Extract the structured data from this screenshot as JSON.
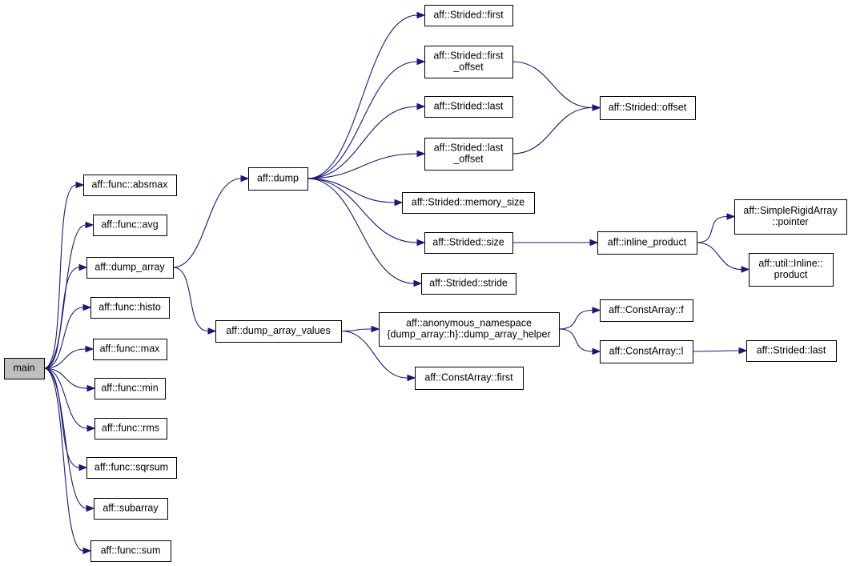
{
  "graph": {
    "nodes": [
      {
        "id": "main",
        "lines": [
          "main"
        ],
        "root": true
      },
      {
        "id": "absmax",
        "lines": [
          "aff::func::absmax"
        ]
      },
      {
        "id": "avg",
        "lines": [
          "aff::func::avg"
        ]
      },
      {
        "id": "dump_array",
        "lines": [
          "aff::dump_array"
        ]
      },
      {
        "id": "histo",
        "lines": [
          "aff::func::histo"
        ]
      },
      {
        "id": "max",
        "lines": [
          "aff::func::max"
        ]
      },
      {
        "id": "min",
        "lines": [
          "aff::func::min"
        ]
      },
      {
        "id": "rms",
        "lines": [
          "aff::func::rms"
        ]
      },
      {
        "id": "sqrsum",
        "lines": [
          "aff::func::sqrsum"
        ]
      },
      {
        "id": "subarray",
        "lines": [
          "aff::subarray"
        ]
      },
      {
        "id": "sum",
        "lines": [
          "aff::func::sum"
        ]
      },
      {
        "id": "dump",
        "lines": [
          "aff::dump"
        ]
      },
      {
        "id": "dump_array_values",
        "lines": [
          "aff::dump_array_values"
        ]
      },
      {
        "id": "strided_first",
        "lines": [
          "aff::Strided::first"
        ]
      },
      {
        "id": "strided_first_offset",
        "lines": [
          "aff::Strided::first",
          "_offset"
        ]
      },
      {
        "id": "strided_last_1",
        "lines": [
          "aff::Strided::last"
        ]
      },
      {
        "id": "strided_last_offset",
        "lines": [
          "aff::Strided::last",
          "_offset"
        ]
      },
      {
        "id": "strided_memory_size",
        "lines": [
          "aff::Strided::memory_size"
        ]
      },
      {
        "id": "strided_size",
        "lines": [
          "aff::Strided::size"
        ]
      },
      {
        "id": "strided_stride",
        "lines": [
          "aff::Strided::stride"
        ]
      },
      {
        "id": "strided_offset",
        "lines": [
          "aff::Strided::offset"
        ]
      },
      {
        "id": "inline_product",
        "lines": [
          "aff::inline_product"
        ]
      },
      {
        "id": "srarray_pointer",
        "lines": [
          "aff::SimpleRigidArray",
          "::pointer"
        ]
      },
      {
        "id": "util_inline_product",
        "lines": [
          "aff::util::Inline::",
          "product"
        ]
      },
      {
        "id": "dump_array_helper",
        "lines": [
          "aff::anonymous_namespace",
          "{dump_array::h}::dump_array_helper"
        ]
      },
      {
        "id": "constarray_first",
        "lines": [
          "aff::ConstArray::first"
        ]
      },
      {
        "id": "constarray_f",
        "lines": [
          "aff::ConstArray::f"
        ]
      },
      {
        "id": "constarray_l",
        "lines": [
          "aff::ConstArray::l"
        ]
      },
      {
        "id": "strided_last_2",
        "lines": [
          "aff::Strided::last"
        ]
      }
    ],
    "edges": [
      [
        "main",
        "absmax"
      ],
      [
        "main",
        "avg"
      ],
      [
        "main",
        "dump_array"
      ],
      [
        "main",
        "histo"
      ],
      [
        "main",
        "max"
      ],
      [
        "main",
        "min"
      ],
      [
        "main",
        "rms"
      ],
      [
        "main",
        "sqrsum"
      ],
      [
        "main",
        "subarray"
      ],
      [
        "main",
        "sum"
      ],
      [
        "dump_array",
        "dump"
      ],
      [
        "dump_array",
        "dump_array_values"
      ],
      [
        "dump",
        "strided_first"
      ],
      [
        "dump",
        "strided_first_offset"
      ],
      [
        "dump",
        "strided_last_1"
      ],
      [
        "dump",
        "strided_last_offset"
      ],
      [
        "dump",
        "strided_memory_size"
      ],
      [
        "dump",
        "strided_size"
      ],
      [
        "dump",
        "strided_stride"
      ],
      [
        "strided_first_offset",
        "strided_offset"
      ],
      [
        "strided_last_offset",
        "strided_offset"
      ],
      [
        "strided_size",
        "inline_product"
      ],
      [
        "inline_product",
        "srarray_pointer"
      ],
      [
        "inline_product",
        "util_inline_product"
      ],
      [
        "dump_array_values",
        "dump_array_helper"
      ],
      [
        "dump_array_values",
        "constarray_first"
      ],
      [
        "dump_array_helper",
        "constarray_f"
      ],
      [
        "dump_array_helper",
        "constarray_l"
      ],
      [
        "constarray_l",
        "strided_last_2"
      ]
    ],
    "colors": {
      "edge": "#191970",
      "root_fill": "#bfbfbf",
      "node_fill": "#ffffff",
      "border": "#000000"
    }
  }
}
